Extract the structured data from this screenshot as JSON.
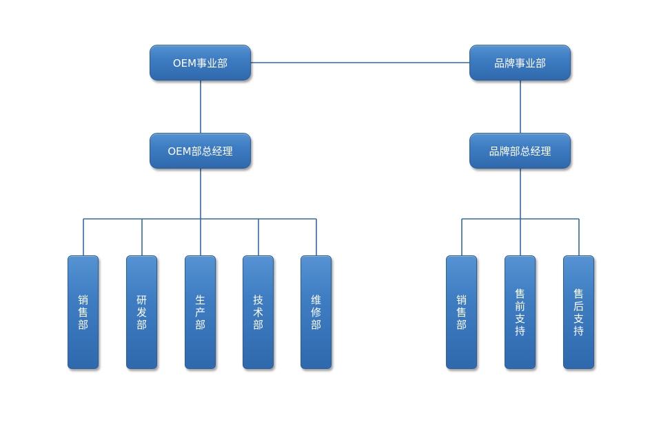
{
  "diagram": {
    "top_left": "OEM事业部",
    "top_right": "品牌事业部",
    "mid_left": "OEM部总经理",
    "mid_right": "品牌部总经理",
    "left_units": [
      "销售部",
      "研发部",
      "生产部",
      "技术部",
      "维修部"
    ],
    "right_units": [
      "销售部",
      "售前支持",
      "售后支持"
    ]
  }
}
